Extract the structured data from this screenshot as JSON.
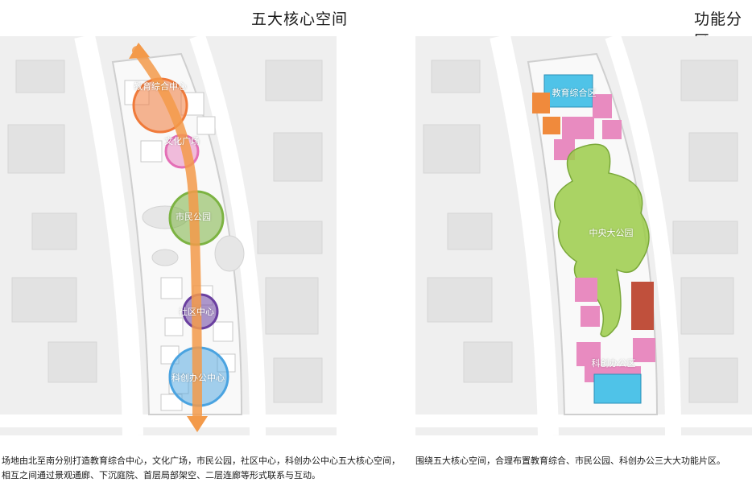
{
  "left": {
    "title": "五大核心空间",
    "labels": {
      "education": "教育综合中心",
      "culture": "文化广场",
      "park": "市民公园",
      "community": "社区中心",
      "office": "科创办公中心"
    },
    "caption": "场地由北至南分别打造教育综合中心，文化广场，市民公园，社区中心，科创办公中心五大核心空间，相互之间通过景观通廊、下沉庭院、首层局部架空、二层连廊等形式联系与互动。"
  },
  "right": {
    "title": "功能分区",
    "labels": {
      "education": "教育综合区",
      "park": "中央大公园",
      "office": "科创办公区"
    },
    "caption": "围绕五大核心空间，合理布置教育综合、市民公园、科创办公三大大功能片区。"
  },
  "colors": {
    "education": "#f07a3a",
    "culture": "#e46fb6",
    "park": "#7cb342",
    "community": "#6a3fa0",
    "office": "#4aa3e0",
    "axis": "#f39a4a",
    "zone_pink": "#e88bc0",
    "zone_blue": "#4fc3e8",
    "zone_orange": "#f08a3c",
    "zone_green": "#9ccc4a",
    "zone_red": "#c0503c"
  }
}
